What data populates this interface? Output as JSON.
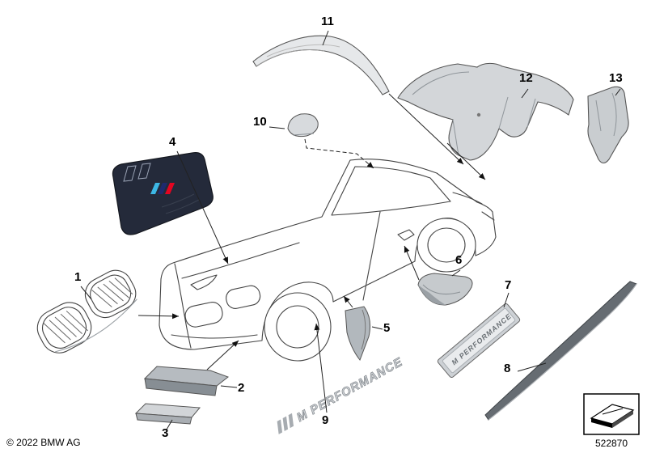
{
  "footer": {
    "copyright": "© 2022 BMW AG",
    "diagram_number": "522870"
  },
  "callouts": [
    "1",
    "2",
    "3",
    "4",
    "5",
    "6",
    "7",
    "8",
    "9",
    "10",
    "11",
    "12",
    "13"
  ],
  "decals": {
    "side_decal": "M PERFORMANCE",
    "sill_plate": "M PERFORMANCE"
  },
  "colors": {
    "outline": "#444444",
    "part_gray": "#cfd3d7",
    "dark_blade": "#666c72",
    "engine_cover": "#242a3a",
    "m_light_blue": "#3db7e4",
    "m_dark_blue": "#1e2a6e",
    "m_red": "#e40521"
  }
}
